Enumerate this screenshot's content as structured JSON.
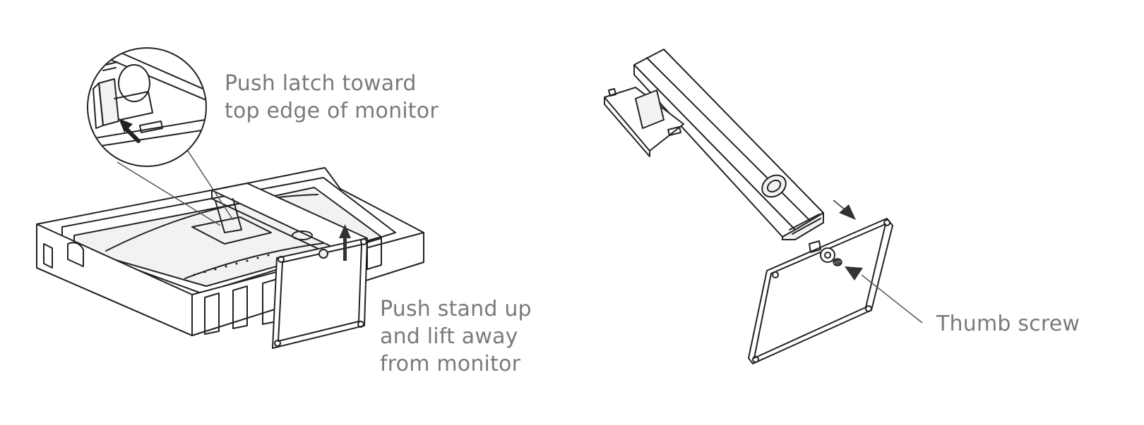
{
  "callouts": {
    "latch": {
      "line1": "Push latch toward",
      "line2": "top edge of monitor"
    },
    "stand": {
      "line1": "Push stand up",
      "line2": "and lift away",
      "line3": "from monitor"
    },
    "screw": {
      "line1": "Thumb screw"
    }
  },
  "colors": {
    "label_text": "#7a7a7a",
    "line_art": "#222222",
    "arrow": "#333333"
  }
}
